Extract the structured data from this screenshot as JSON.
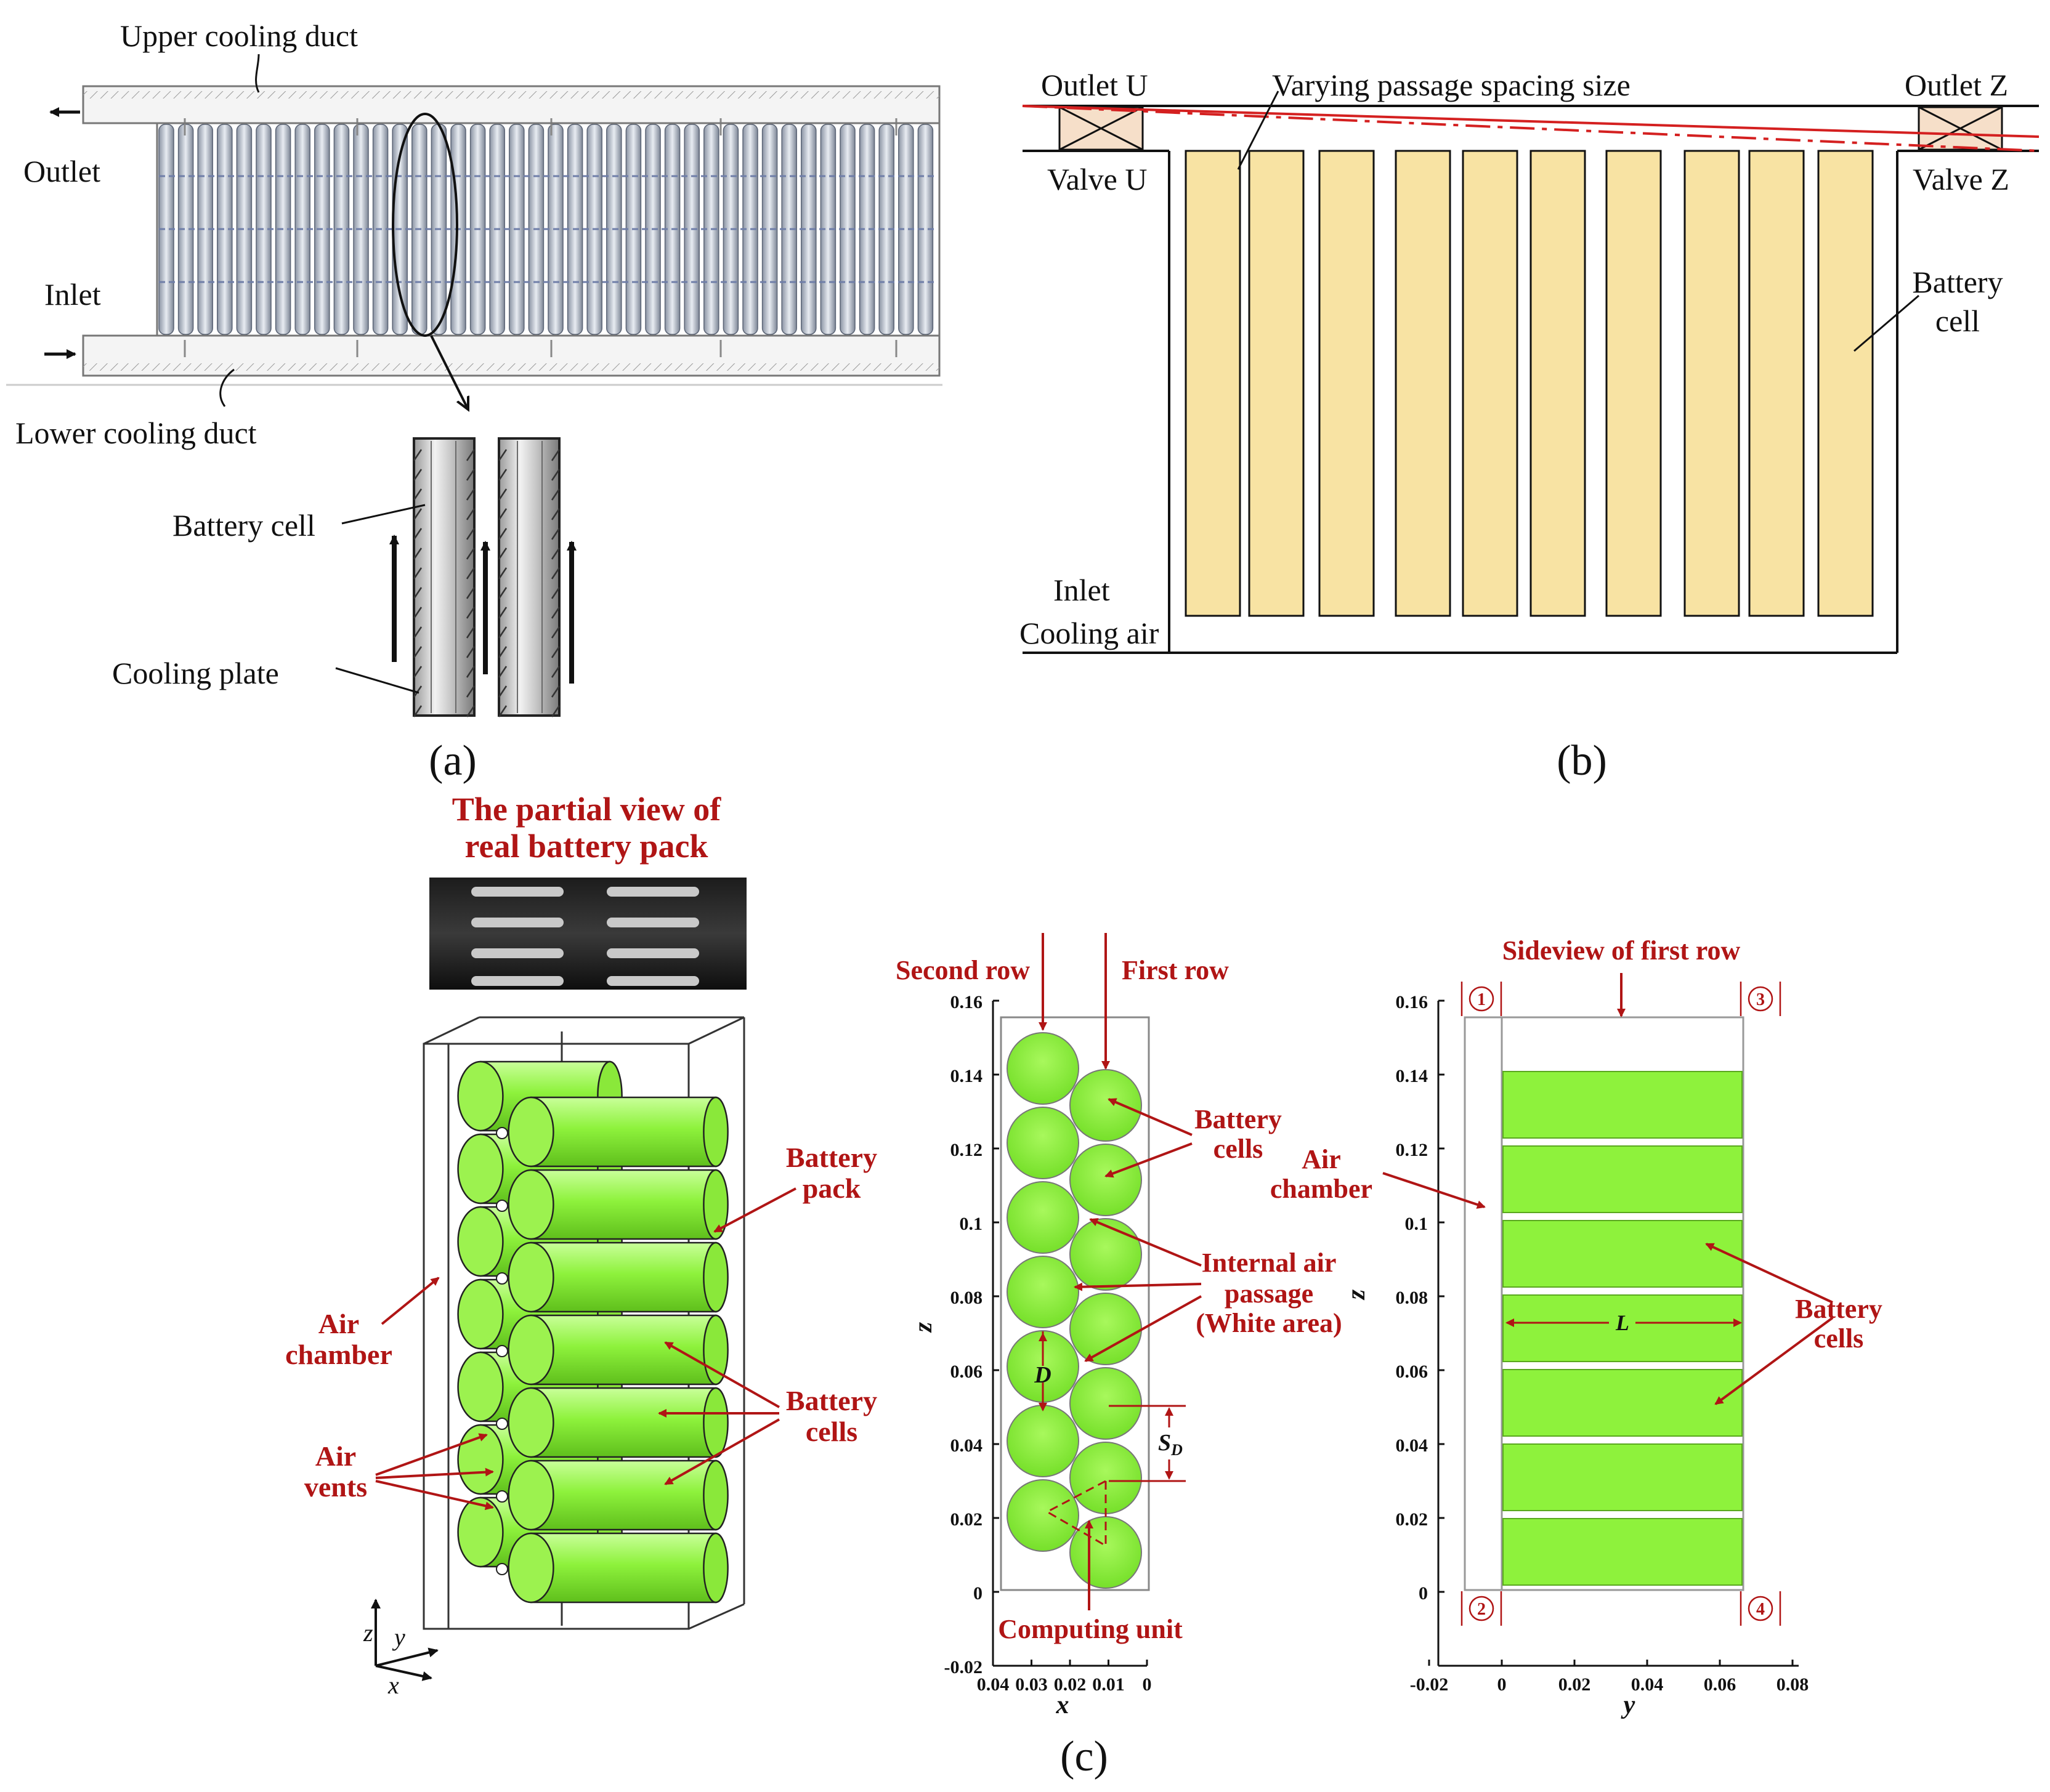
{
  "panel_a": {
    "caption": "(a)",
    "upper_duct": "Upper cooling  duct",
    "lower_duct": "Lower cooling  duct",
    "outlet": "Outlet",
    "inlet": "Inlet",
    "battery_cell": "Battery cell",
    "cooling_plate": "Cooling  plate"
  },
  "panel_b": {
    "caption": "(b)",
    "outlet_u": "Outlet U",
    "outlet_z": "Outlet Z",
    "varying": "Varying passage spacing size",
    "valve_u": "Valve U",
    "valve_z": "Valve Z",
    "battery_cell_line1": "Battery",
    "battery_cell_line2": "cell",
    "inlet": "Inlet",
    "cooling_air": "Cooling air"
  },
  "panel_c": {
    "caption": "(c)",
    "title_line1": "The partial view of",
    "title_line2": "real battery pack",
    "battery_pack_line1": "Battery",
    "battery_pack_line2": "pack",
    "air_chamber_line1": "Air",
    "air_chamber_line2": "chamber",
    "battery_cells_line1": "Battery",
    "battery_cells_line2": "cells",
    "air_vents_line1": "Air",
    "air_vents_line2": "vents",
    "axis_z": "z",
    "axis_y": "y",
    "axis_x": "x"
  },
  "panel_c_mid": {
    "second_row": "Second row",
    "first_row": "First row",
    "battery_cells_line1": "Battery",
    "battery_cells_line2": "cells",
    "internal_line1": "Internal air",
    "internal_line2": "passage",
    "internal_line3": "(White area)",
    "computing_unit": "Computing unit",
    "d_label": "D",
    "sd_label": "S",
    "sd_sub": "D",
    "z_ticks": [
      "0.16",
      "0.14",
      "0.12",
      "0.1",
      "0.08",
      "0.06",
      "0.04",
      "0.02",
      "0",
      "-0.02"
    ],
    "x_ticks": [
      "0.04",
      "0.03",
      "0.02",
      "0.01",
      "0"
    ],
    "xlabel": "x",
    "ylabel": "z"
  },
  "panel_c_right": {
    "title": "Sideview of first row",
    "air_line1": "Air",
    "air_line2": "chamber",
    "battery_line1": "Battery",
    "battery_line2": "cells",
    "l_label": "L",
    "corners": [
      "1",
      "3",
      "2",
      "4"
    ],
    "z_ticks": [
      "0.16",
      "0.14",
      "0.12",
      "0.1",
      "0.08",
      "0.06",
      "0.04",
      "0.02",
      "0"
    ],
    "y_ticks": [
      "-0.02",
      "0",
      "0.02",
      "0.04",
      "0.06",
      "0.08"
    ],
    "xlabel": "y",
    "ylabel": "z"
  },
  "colors": {
    "cell_yellow": "#f8e3a3",
    "cell_green": "#8ef23c",
    "label_red": "#b01515",
    "valve_fill": "#f6dfc9"
  }
}
